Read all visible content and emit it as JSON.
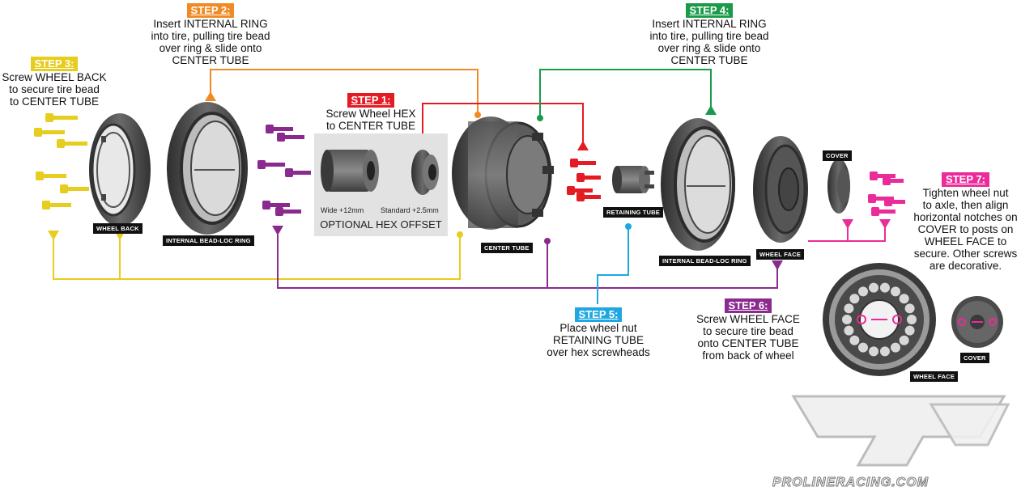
{
  "colors": {
    "step1": "#e31b23",
    "step2": "#f08a24",
    "step3": "#e6cd1e",
    "step4": "#1a9b4a",
    "step5": "#1ea7e1",
    "step6": "#8a2a8e",
    "step7": "#ec2b9a",
    "parts": "#444444"
  },
  "steps": {
    "step1": {
      "badge": "STEP 1:",
      "text": "Screw Wheel HEX\nto CENTER TUBE"
    },
    "step2": {
      "badge": "STEP 2:",
      "text": "Insert INTERNAL RING\ninto tire, pulling tire bead\nover ring & slide onto\nCENTER TUBE"
    },
    "step3": {
      "badge": "STEP 3:",
      "text": "Screw WHEEL BACK\nto secure tire bead\nto CENTER TUBE"
    },
    "step4": {
      "badge": "STEP 4:",
      "text": "Insert INTERNAL RING\ninto tire, pulling tire bead\nover ring & slide onto\nCENTER TUBE"
    },
    "step5": {
      "badge": "STEP 5:",
      "text": "Place wheel nut\nRETAINING TUBE\nover hex screwheads"
    },
    "step6": {
      "badge": "STEP 6:",
      "text": "Screw WHEEL FACE\nto secure tire bead\nonto CENTER TUBE\nfrom back of wheel"
    },
    "step7": {
      "badge": "STEP 7:",
      "text": "Tighten wheel nut\nto axle, then align\nhorizontal notches on\nCOVER to posts on\nWHEEL FACE to\nsecure. Other screws\nare decorative."
    }
  },
  "part_labels": {
    "wheel_back": "WHEEL BACK",
    "internal_ring_left": "INTERNAL BEAD-LOC RING",
    "center_tube": "CENTER TUBE",
    "retaining_tube": "RETAINING TUBE",
    "internal_ring_right": "INTERNAL BEAD-LOC RING",
    "wheel_face": "WHEEL FACE",
    "cover": "COVER",
    "wheel_face_bottom": "WHEEL FACE",
    "cover_bottom": "COVER"
  },
  "hex": {
    "title": "OPTIONAL HEX OFFSET",
    "wide": "Wide +12mm",
    "standard": "Standard +2.5mm"
  },
  "logo": {
    "text": "PROLINERACING.COM"
  }
}
